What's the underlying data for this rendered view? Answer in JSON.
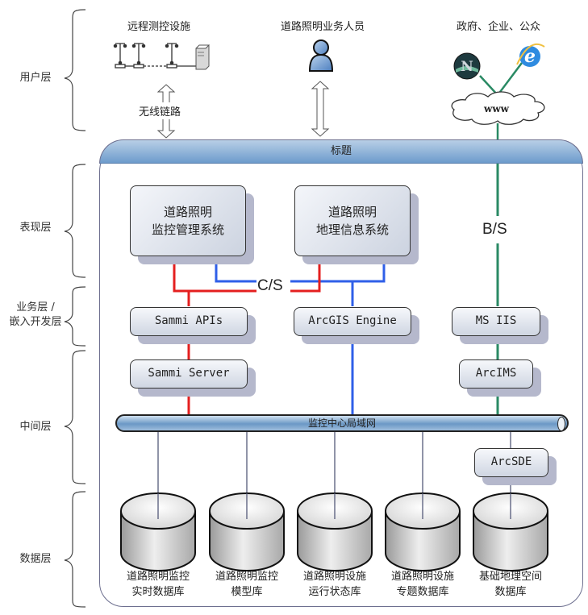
{
  "layers": [
    {
      "label": "用户层"
    },
    {
      "label": "表现层"
    },
    {
      "label": "业务层 /\n嵌入开发层"
    },
    {
      "label": "中间层"
    },
    {
      "label": "数据层"
    }
  ],
  "user_layer": {
    "remote_facility": "远程测控设施",
    "wireless_link": "无线链路",
    "business_staff": "道路照明业务人员",
    "public_users": "政府、企业、公众",
    "cloud_label": "www",
    "browser_icons": [
      "netscape-icon",
      "internet-explorer-icon"
    ]
  },
  "frame": {
    "title": "标题"
  },
  "presentation": {
    "system_1": {
      "line1": "道路照明",
      "line2": "监控管理系统"
    },
    "system_2": {
      "line1": "道路照明",
      "line2": "地理信息系统"
    },
    "cs_label": "C/S",
    "bs_label": "B/S"
  },
  "business": {
    "sammi_apis": "Sammi APIs",
    "arcgis_engine": "ArcGIS Engine",
    "ms_iis": "MS IIS"
  },
  "middle": {
    "sammi_server": "Sammi Server",
    "arcims": "ArcIMS",
    "lan": "监控中心局域网",
    "arcsde": "ArcSDE"
  },
  "databases": [
    {
      "line1": "道路照明监控",
      "line2": "实时数据库"
    },
    {
      "line1": "道路照明监控",
      "line2": "模型库"
    },
    {
      "line1": "道路照明设施",
      "line2": "运行状态库"
    },
    {
      "line1": "道路照明设施",
      "line2": "专题数据库"
    },
    {
      "line1": "基础地理空间",
      "line2": "数据库"
    }
  ],
  "colors": {
    "cs_monitor_line": "#e41f1f",
    "cs_gis_line": "#2f5fe8",
    "bs_line": "#2a8a64",
    "frame_border": "#6d6f8f",
    "title_bar": "#6d9bcc"
  }
}
